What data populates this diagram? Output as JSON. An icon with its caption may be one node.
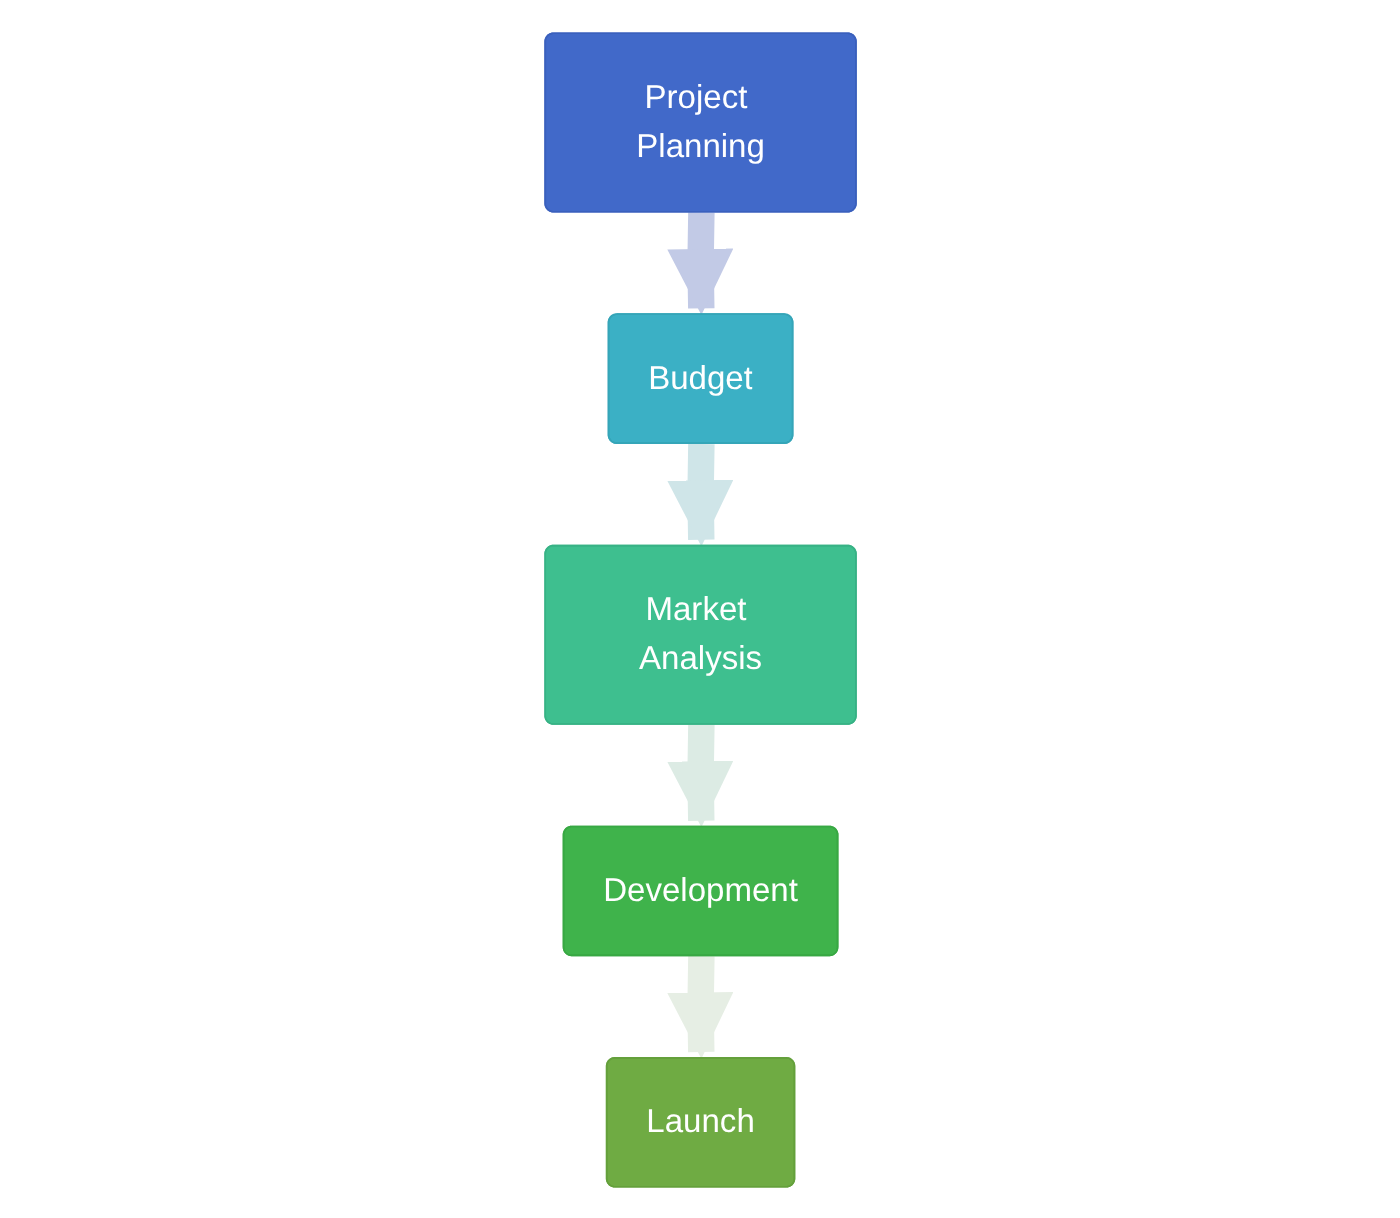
{
  "diagram": {
    "nodes": [
      {
        "text": [
          "Project Planning"
        ]
      },
      {
        "text": [
          "Budget"
        ]
      },
      {
        "text": [
          "Market Analysis"
        ]
      },
      {
        "text": [
          "Development"
        ]
      },
      {
        "text": [
          "Launch"
        ]
      }
    ],
    "edges": [
      {
        "from": 0,
        "to": 1,
        "arrow": "to",
        "color": "#c2cae6"
      },
      {
        "from": 1,
        "to": 2,
        "arrow": "to",
        "color": "#cfe5e8"
      },
      {
        "from": 2,
        "to": 3,
        "arrow": "to",
        "color": "#dcebe4"
      },
      {
        "from": 3,
        "to": 4,
        "arrow": "to",
        "color": "#e6eee4"
      }
    ]
  }
}
